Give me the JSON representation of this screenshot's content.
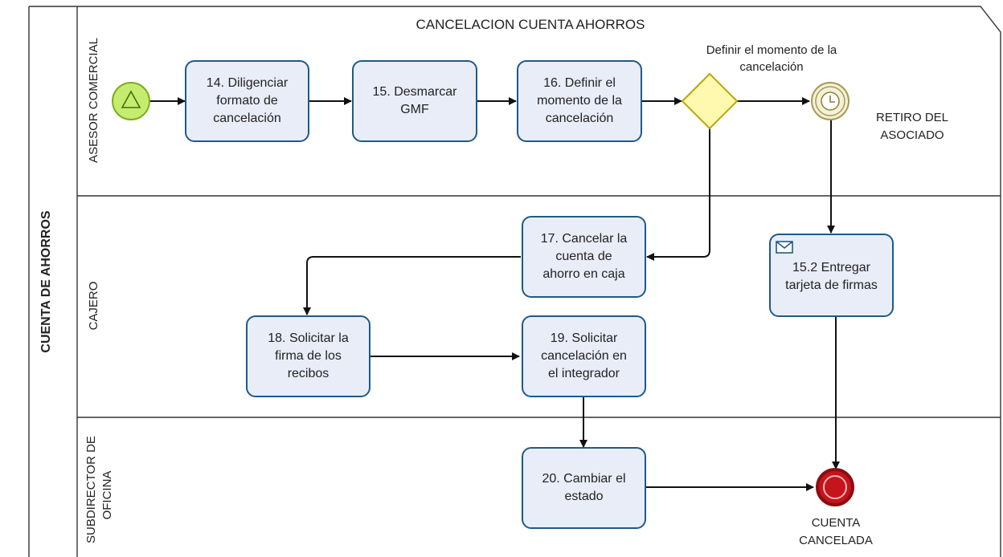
{
  "pool": {
    "name": "CUENTA DE AHORROS",
    "title": "CANCELACION CUENTA AHORROS"
  },
  "lanes": [
    {
      "name": "ASESOR COMERCIAL"
    },
    {
      "name": "CAJERO"
    },
    {
      "name": "SUBDIRECTOR DE OFICINA",
      "line1": "SUBDIRECTOR DE",
      "line2": "OFICINA"
    }
  ],
  "tasks": {
    "t14": [
      "14. Diligenciar",
      "formato de",
      "cancelación"
    ],
    "t15": [
      "15. Desmarcar",
      "GMF"
    ],
    "t16": [
      "16. Definir el",
      "momento de la",
      "cancelación"
    ],
    "t17": [
      "17. Cancelar la",
      "cuenta de",
      "ahorro en caja"
    ],
    "t18": [
      "18. Solicitar la",
      "firma de los",
      "recibos"
    ],
    "t19": [
      "19. Solicitar",
      "cancelación en",
      "el integrador"
    ],
    "t152": [
      "15.2 Entregar",
      "tarjeta de firmas"
    ],
    "t20": [
      "20. Cambiar el",
      "estado"
    ]
  },
  "gateway": {
    "label_line1": "Definir el momento de la",
    "label_line2": "cancelación"
  },
  "timer_event": {
    "label_line1": "RETIRO DEL",
    "label_line2": "ASOCIADO",
    "icon": "clock-icon"
  },
  "end_event": {
    "label_line1": "CUENTA",
    "label_line2": "CANCELADA"
  },
  "start_event": {
    "icon": "triangle-signal-icon"
  },
  "colors": {
    "task_fill": "#e9edf8",
    "task_border": "#1f5a86",
    "start_fill": "#c6ec6f",
    "start_stroke": "#7cae1c",
    "gateway_fill": "#fff9b0",
    "gateway_stroke": "#b8a800",
    "timer_fill": "#f4f1d6",
    "timer_stroke": "#a69a55",
    "end_fill": "#c6141c",
    "end_stroke": "#8d0d12"
  }
}
